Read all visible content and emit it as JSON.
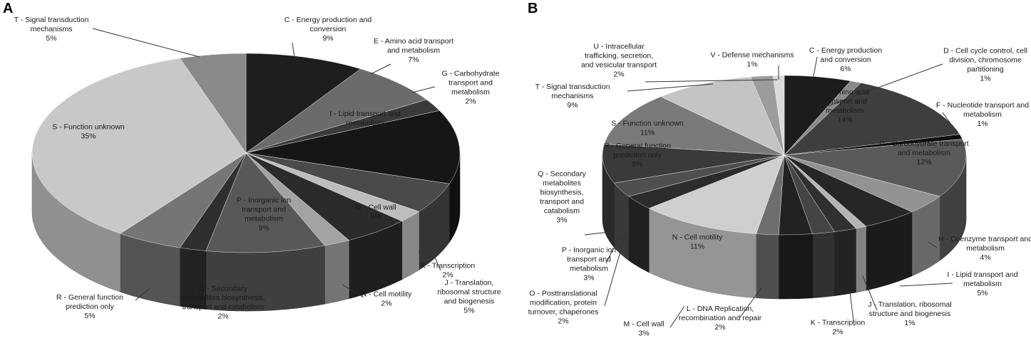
{
  "charts": [
    {
      "panel_letter": "A"
    },
    {
      "panel_letter": "B"
    }
  ],
  "chart_data": [
    {
      "type": "pie",
      "panel": "A",
      "slices": [
        {
          "label": "C - Energy production and conversion",
          "value": 9,
          "value_label": "9%",
          "color": "#1e1e1e"
        },
        {
          "label": "E - Amino acid transport and metabolism",
          "value": 7,
          "value_label": "7%",
          "color": "#6b6b6b"
        },
        {
          "label": "G - Carbohydrate transport and metabolism",
          "value": 2,
          "value_label": "2%",
          "color": "#3a3a3a"
        },
        {
          "label": "I - Lipid transport and metabolism",
          "value": 12,
          "value_label": "12%",
          "color": "#161616"
        },
        {
          "label": "J - Translation, ribosomal structure and biogenesis",
          "value": 5,
          "value_label": "5%",
          "color": "#4a4a4a"
        },
        {
          "label": "K - Transcription",
          "value": 2,
          "value_label": "2%",
          "color": "#bdbdbd"
        },
        {
          "label": "M - Cell wall",
          "value": 5,
          "value_label": "5%",
          "color": "#2b2b2b"
        },
        {
          "label": "N - Cell motility",
          "value": 2,
          "value_label": "2%",
          "color": "#a3a3a3"
        },
        {
          "label": "P - Inorganic ion transport and metabolism",
          "value": 9,
          "value_label": "9%",
          "color": "#585858"
        },
        {
          "label": "Q - Secondary metabolites biosynthesis, transport and catabolism",
          "value": 2,
          "value_label": "2%",
          "color": "#2f2f2f"
        },
        {
          "label": "R - General function prediction only",
          "value": 5,
          "value_label": "5%",
          "color": "#757575"
        },
        {
          "label": "S - Function unknown",
          "value": 35,
          "value_label": "35%",
          "color": "#c8c8c8"
        },
        {
          "label": "T - Signal transduction mechanisms",
          "value": 5,
          "value_label": "5%",
          "color": "#8a8a8a"
        }
      ],
      "label_lines": [
        [
          "C - Energy production and",
          "conversion",
          "9%"
        ],
        [
          "E - Amino acid transport",
          "and metabolism",
          "7%"
        ],
        [
          "G - Carbohydrate",
          "transport and",
          "metabolism",
          "2%"
        ],
        [
          "I - Lipid transport and",
          "metabolism",
          "12%"
        ],
        [
          "J - Translation,",
          "ribosomal structure",
          "and biogenesis",
          "5%"
        ],
        [
          "K - Transcription",
          "2%"
        ],
        [
          "M - Cell wall",
          "5%"
        ],
        [
          "N - Cell motility",
          "2%"
        ],
        [
          "P - Inorganic ion",
          "transport and",
          "metabolism",
          "9%"
        ],
        [
          "Q - Secondary",
          "metabolites biosynthesis,",
          "transport and catabolism",
          "2%"
        ],
        [
          "R - General function",
          "prediction only",
          "5%"
        ],
        [
          "S - Function unknown",
          "35%"
        ],
        [
          "T - Signal transduction",
          "mechanisms",
          "5%"
        ]
      ]
    },
    {
      "type": "pie",
      "panel": "B",
      "slices": [
        {
          "label": "C - Energy production and conversion",
          "value": 6,
          "value_label": "6%",
          "color": "#1c1c1c"
        },
        {
          "label": "D - Cell cycle control, cell division, chromosome partitioning",
          "value": 1,
          "value_label": "1%",
          "color": "#8a8a8a"
        },
        {
          "label": "E - Amino acid transport and metabolism",
          "value": 14,
          "value_label": "14%",
          "color": "#3e3e3e"
        },
        {
          "label": "F - Nucleotide transport and metabolism",
          "value": 1,
          "value_label": "1%",
          "color": "#0e0e0e"
        },
        {
          "label": "G - Carbohydrate transport and metabolism",
          "value": 12,
          "value_label": "12%",
          "color": "#5a5a5a"
        },
        {
          "label": "H - Coenzyme transport and metabolism",
          "value": 4,
          "value_label": "4%",
          "color": "#929292"
        },
        {
          "label": "I - Lipid transport and metabolism",
          "value": 5,
          "value_label": "5%",
          "color": "#262626"
        },
        {
          "label": "J - Translation, ribosomal structure and biogenesis",
          "value": 1,
          "value_label": "1%",
          "color": "#b5b5b5"
        },
        {
          "label": "K - Transcription",
          "value": 2,
          "value_label": "2%",
          "color": "#303030"
        },
        {
          "label": "L - DNA Replication, recombination and repair",
          "value": 2,
          "value_label": "2%",
          "color": "#444444"
        },
        {
          "label": "M - Cell wall",
          "value": 3,
          "value_label": "3%",
          "color": "#222222"
        },
        {
          "label": "O - Posttranslational modification, protein turnover, chaperones",
          "value": 2,
          "value_label": "2%",
          "color": "#6e6e6e"
        },
        {
          "label": "N - Cell motility",
          "value": 11,
          "value_label": "11%",
          "color": "#cfcfcf"
        },
        {
          "label": "P - Inorganic ion transport and metabolism",
          "value": 3,
          "value_label": "3%",
          "color": "#2c2c2c"
        },
        {
          "label": "Q - Secondary metabolites biosynthesis, transport and catabolism",
          "value": 3,
          "value_label": "3%",
          "color": "#4f4f4f"
        },
        {
          "label": "R - General function prediction only",
          "value": 8,
          "value_label": "8%",
          "color": "#3a3a3a"
        },
        {
          "label": "S - Function unknown",
          "value": 11,
          "value_label": "11%",
          "color": "#7a7a7a"
        },
        {
          "label": "T - Signal transduction mechanisms",
          "value": 9,
          "value_label": "9%",
          "color": "#c4c4c4"
        },
        {
          "label": "U - Intracellular trafficking, secretion, and vesicular transport",
          "value": 2,
          "value_label": "2%",
          "color": "#9c9c9c"
        },
        {
          "label": "V - Defense mechanisms",
          "value": 1,
          "value_label": "1%",
          "color": "#dadada"
        }
      ],
      "label_lines": [
        [
          "C - Energy production",
          "and conversion",
          "6%"
        ],
        [
          "D - Cell cycle control, cell",
          "division, chromosome",
          "partitioning",
          "1%"
        ],
        [
          "E - Amino acid",
          "transport and",
          "metabolism",
          "14%"
        ],
        [
          "F - Nucleotide transport and",
          "metabolism",
          "1%"
        ],
        [
          "G - Carbohydrate transport",
          "and metabolism",
          "12%"
        ],
        [
          "H - Coenzyme transport and",
          "metabolism",
          "4%"
        ],
        [
          "I - Lipid transport and",
          "metabolism",
          "5%"
        ],
        [
          "J - Translation, ribosomal",
          "structure and biogenesis",
          "1%"
        ],
        [
          "K - Transcription",
          "2%"
        ],
        [
          "L - DNA Replication,",
          "recombination and repair",
          "2%"
        ],
        [
          "M - Cell wall",
          "3%"
        ],
        [
          "O - Posttranslational",
          "modification, protein",
          "turnover, chaperones",
          "2%"
        ],
        [
          "N - Cell motility",
          "11%"
        ],
        [
          "P - Inorganic ion",
          "transport and",
          "metabolism",
          "3%"
        ],
        [
          "Q - Secondary",
          "metabolites",
          "biosynthesis,",
          "transport and",
          "catabolism",
          "3%"
        ],
        [
          "R - General function",
          "prediction only",
          "8%"
        ],
        [
          "S - Function unknown",
          "11%"
        ],
        [
          "T - Signal transduction",
          "mechanisms",
          "9%"
        ],
        [
          "U - Intracellular",
          "trafficking, secretion,",
          "and vesicular transport",
          "2%"
        ],
        [
          "V - Defense mechanisms",
          "1%"
        ]
      ]
    }
  ]
}
